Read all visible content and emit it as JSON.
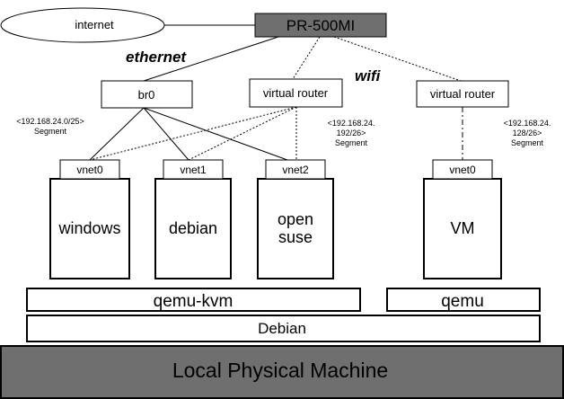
{
  "nodes": {
    "internet": "internet",
    "router_box": "PR-500MI",
    "br0": "br0",
    "virtual_router_1": "virtual router",
    "virtual_router_2": "virtual router"
  },
  "link_labels": {
    "ethernet": "ethernet",
    "wifi": "wifi"
  },
  "segments": {
    "seg1": {
      "line1": "<192.168.24.0/25>",
      "line2": "Segment"
    },
    "seg2": {
      "line1": "<192.168.24.",
      "line2": "192/26>",
      "line3": "Segment"
    },
    "seg3": {
      "line1": "<192.168.24.",
      "line2": "128/26>",
      "line3": "Segment"
    }
  },
  "vnets": {
    "windows": "vnet0",
    "debian": "vnet1",
    "opensuse": "vnet2",
    "vm": "vnet0"
  },
  "vms": {
    "windows": "windows",
    "debian": "debian",
    "opensuse_line1": "open",
    "opensuse_line2": "suse",
    "vm": "VM"
  },
  "layers": {
    "qemu_kvm": "qemu-kvm",
    "qemu": "qemu",
    "debian": "Debian",
    "physical": "Local Physical Machine"
  },
  "colors": {
    "router_fill": "#6f6f6f",
    "physical_fill": "#6f6f6f",
    "stroke": "#000000",
    "background": "#ffffff"
  }
}
